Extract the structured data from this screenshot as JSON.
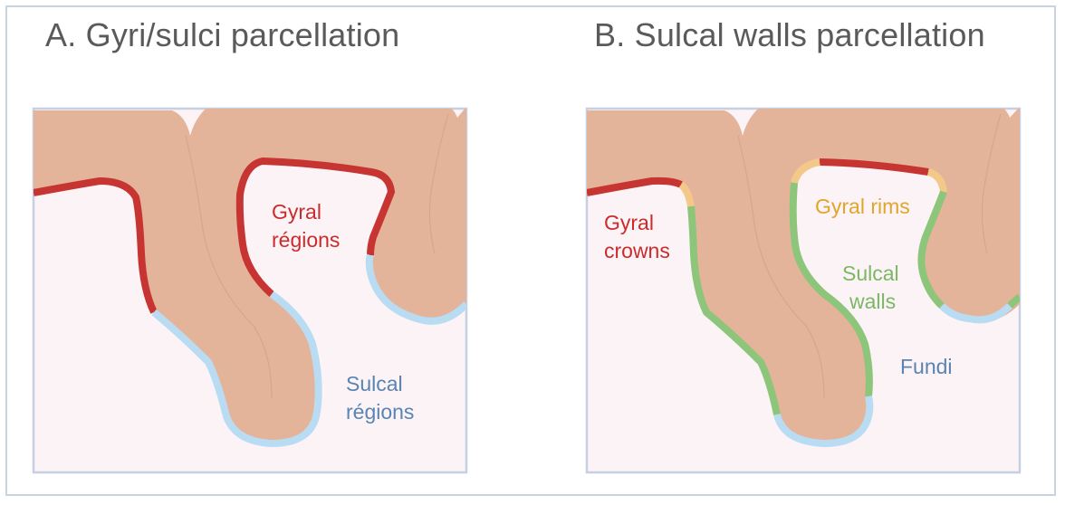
{
  "panel_a": {
    "title": "A. Gyri/sulci parcellation",
    "labels": {
      "gyral_line1": "Gyral",
      "gyral_line2": "régions",
      "sulcal_line1": "Sulcal",
      "sulcal_line2": "régions"
    }
  },
  "panel_b": {
    "title": "B. Sulcal walls parcellation",
    "labels": {
      "crowns_line1": "Gyral",
      "crowns_line2": "crowns",
      "rims": "Gyral rims",
      "walls_line1": "Sulcal",
      "walls_line2": "walls",
      "fundi": "Fundi"
    }
  },
  "colors": {
    "tissue": "#e4b49a",
    "tissue_edge": "#d79d7e",
    "background_box": "#fbf3f6",
    "box_border": "#c6d0e2",
    "gyral": "#c73533",
    "sulcal": "#b9dcf3",
    "rim": "#f3c98a",
    "wall": "#8dc57a"
  }
}
